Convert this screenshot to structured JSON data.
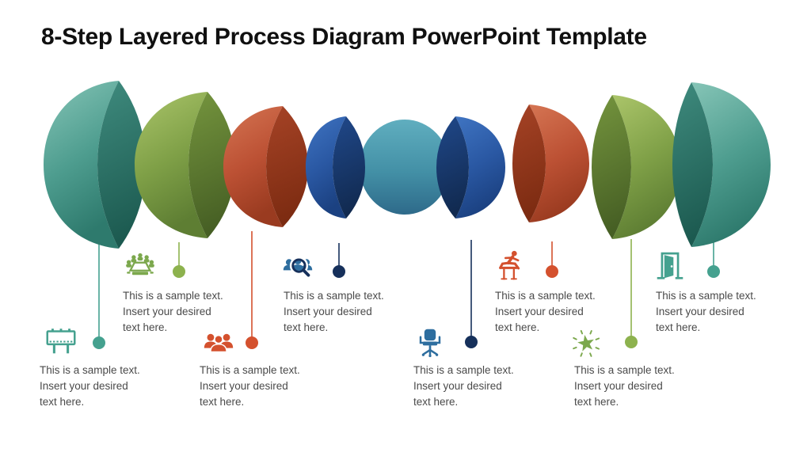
{
  "title": "8-Step Layered Process Diagram PowerPoint Template",
  "sample_text": [
    "This is a sample text.",
    "Insert your desired",
    "text here."
  ],
  "palette": {
    "teal": "#45A18F",
    "olive": "#8DB24E",
    "orange": "#D4512E",
    "navy": "#16305B",
    "blue": "#2E6E9F",
    "green": "#7CA84D",
    "text_color": "#4A4A4A",
    "title_color": "#101010",
    "petal_teal_face": [
      "#86C5B7",
      "#4E9D8F",
      "#2E7A6D"
    ],
    "petal_teal_cresc": [
      "#3F8B7E",
      "#1C5A50"
    ],
    "petal_green_face": [
      "#ABC56A",
      "#7FA047",
      "#5E7E33"
    ],
    "petal_green_cresc": [
      "#75953E",
      "#465F24"
    ],
    "petal_orange_face": [
      "#D57553",
      "#BC5134",
      "#9A3B20"
    ],
    "petal_orange_cresc": [
      "#A64326",
      "#7C2B11"
    ],
    "petal_navy_face": [
      "#3F74C2",
      "#2A58A3",
      "#1B4181"
    ],
    "petal_navy_cresc": [
      "#20488A",
      "#112A50"
    ],
    "ellipse": [
      "#60AEBF",
      "#4390A6",
      "#2E6A8A"
    ]
  },
  "steps": [
    {
      "icon": "billboard-icon",
      "icon_color": "teal",
      "dot_color": "teal"
    },
    {
      "icon": "meeting-icon",
      "icon_color": "green",
      "dot_color": "olive"
    },
    {
      "icon": "team-icon",
      "icon_color": "orange",
      "dot_color": "orange"
    },
    {
      "icon": "audience-search-icon",
      "icon_color": "blue",
      "dot_color": "navy"
    },
    {
      "icon": "chair-icon",
      "icon_color": "blue",
      "dot_color": "navy"
    },
    {
      "icon": "hurdle-icon",
      "icon_color": "orange",
      "dot_color": "orange"
    },
    {
      "icon": "star-icon",
      "icon_color": "green",
      "dot_color": "olive"
    },
    {
      "icon": "door-icon",
      "icon_color": "teal",
      "dot_color": "teal"
    }
  ]
}
